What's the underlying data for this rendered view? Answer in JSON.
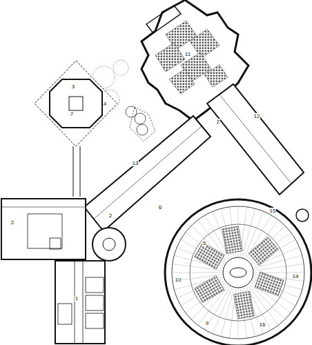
{
  "diagram": {
    "labels": [
      "11",
      "12",
      "2",
      "13",
      "6",
      "3",
      "4",
      "7",
      "2",
      "2",
      "1",
      "5",
      "10",
      "15",
      "16",
      "9",
      "14"
    ]
  }
}
